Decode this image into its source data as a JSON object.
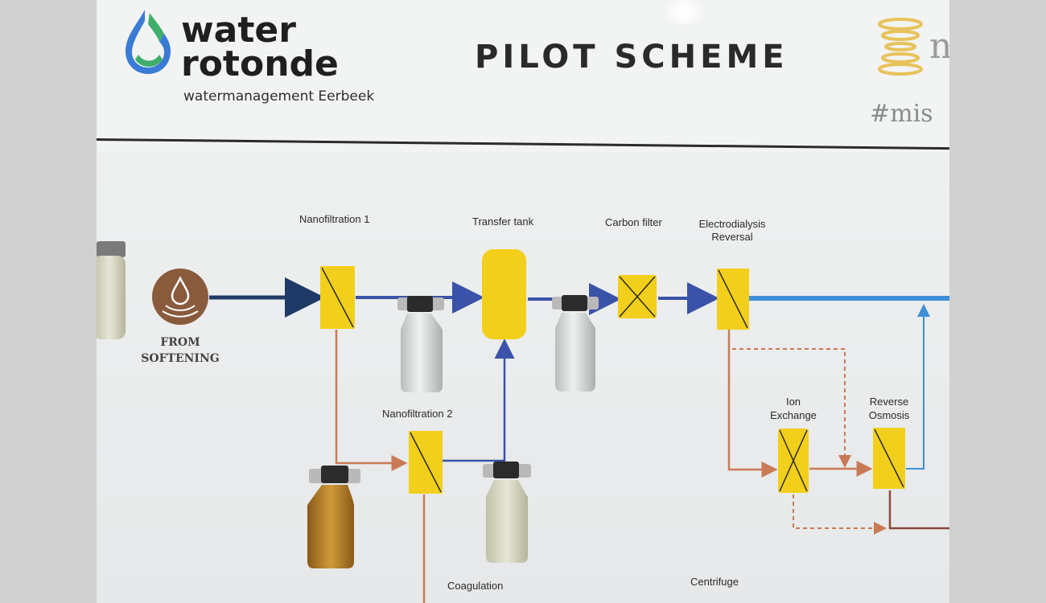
{
  "logo": {
    "line1": "water",
    "line2": "rotonde",
    "subtitle": "watermanagement Eerbeek"
  },
  "title": "PILOT SCHEME",
  "sponsor": {
    "letter": "n",
    "hashtag": "#mis"
  },
  "source": {
    "line1": "FROM",
    "line2": "SOFTENING",
    "icon": "water-drop-icon"
  },
  "stages": {
    "nanofiltration_1": "Nanofiltration 1",
    "transfer_tank": "Transfer tank",
    "carbon_filter": "Carbon filter",
    "edr_line1": "Electrodialysis",
    "edr_line2": "Reversal",
    "nanofiltration_2": "Nanofiltration 2",
    "ion_exchange_line1": "Ion",
    "ion_exchange_line2": "Exchange",
    "reverse_osmosis_line1": "Reverse",
    "reverse_osmosis_line2": "Osmosis",
    "coagulation": "Coagulation",
    "centrifuge": "Centrifuge"
  },
  "colors": {
    "unit_yellow": "#f2cf1a",
    "permeate_blue": "#3a52a8",
    "final_blue": "#3d8fd6",
    "concentrate_brown": "#c97a55",
    "source_brown": "#8a5a3c"
  }
}
